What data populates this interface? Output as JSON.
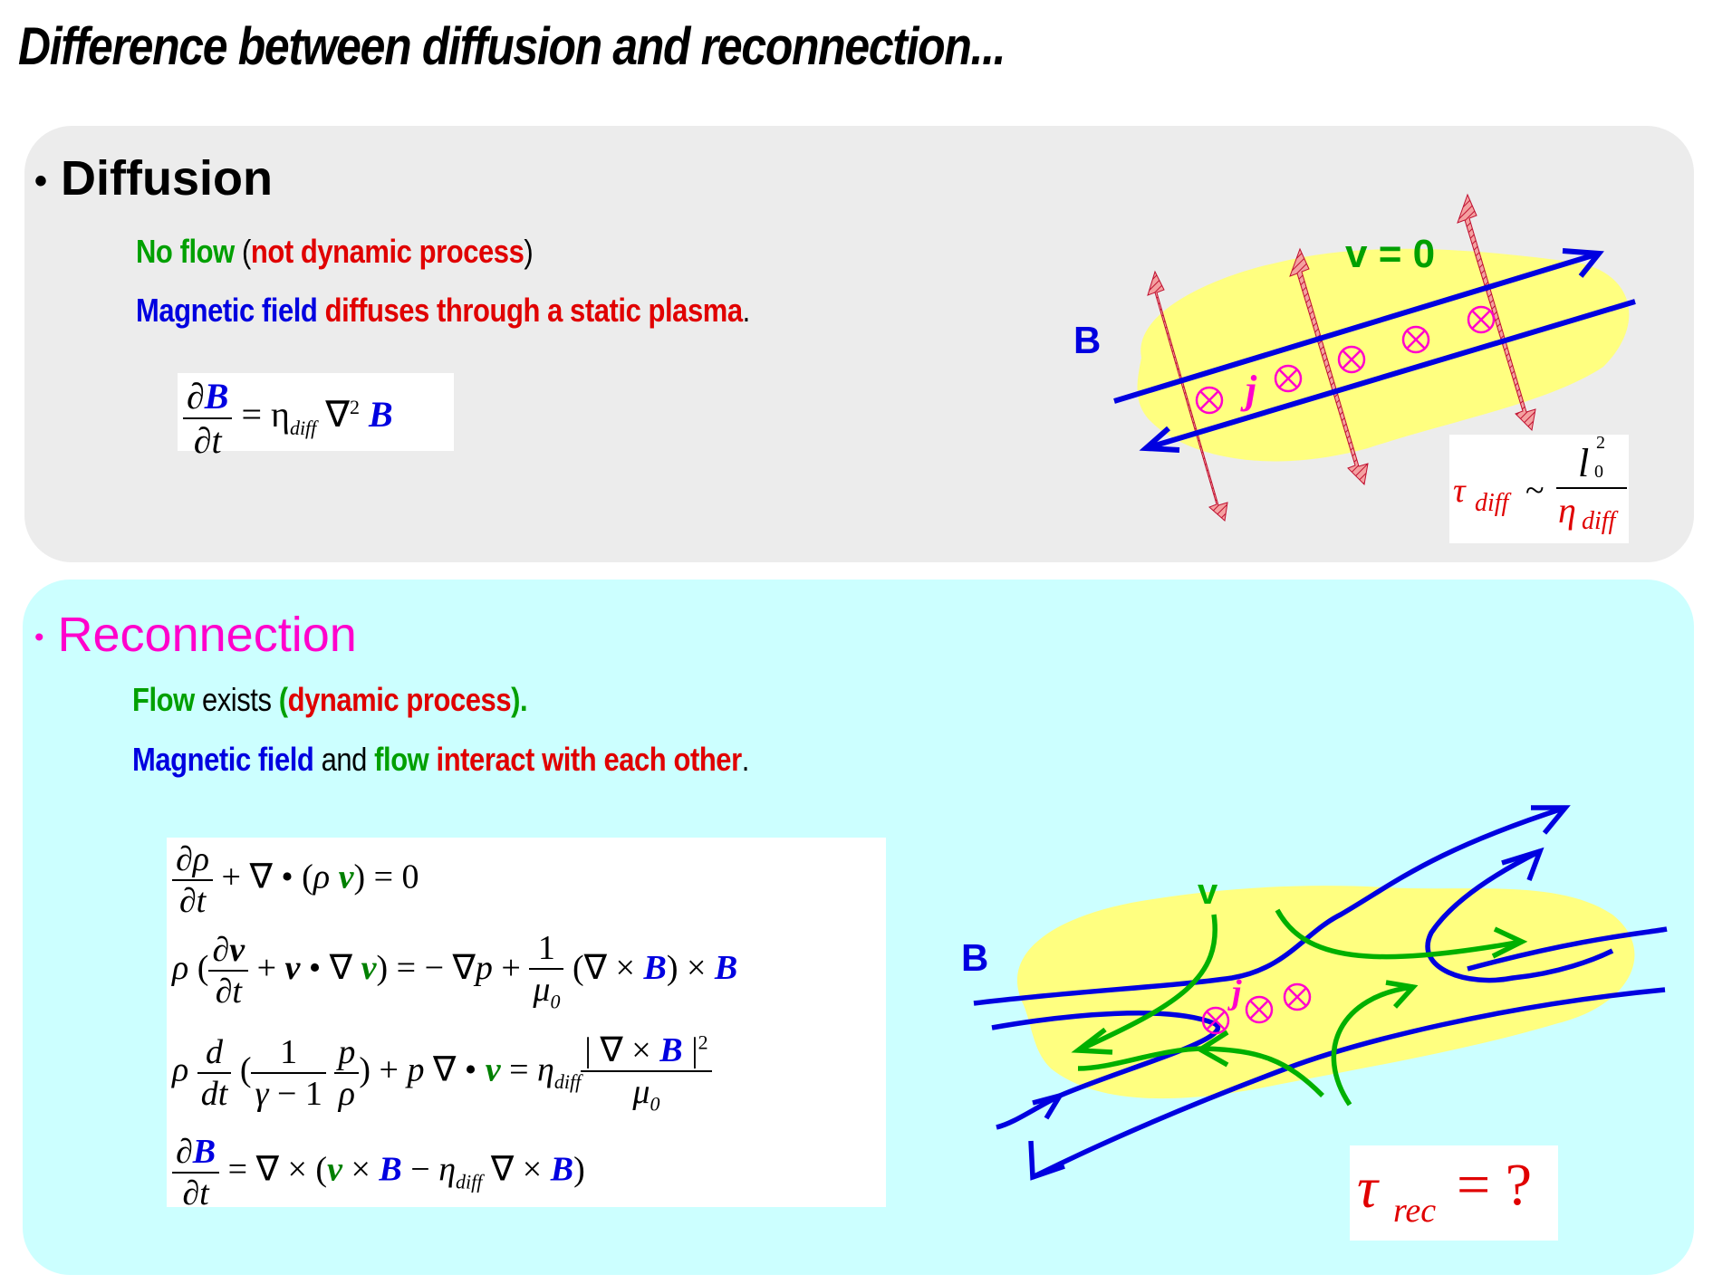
{
  "title": "Difference between diffusion and reconnection...",
  "diffusion": {
    "heading": "Diffusion",
    "line1": {
      "a": "No flow",
      "b": "(",
      "c": "not dynamic process",
      "d": ")"
    },
    "line2": {
      "a": "Magnetic field",
      "b": "diffuses through a static plasma",
      "c": "."
    },
    "equation": {
      "lhs_num": "∂B",
      "lhs_den": "∂t",
      "rhs": "= η",
      "eta_sub": "diff",
      "nabla": "∇",
      "sq": "2",
      "B": "B"
    },
    "figure": {
      "v_label": "v = 0",
      "B_label": "B",
      "j_label": "j"
    },
    "tau": {
      "symbol": "τ",
      "sub": "diff",
      "sim": "~",
      "num": "l",
      "num_sub": "0",
      "num_sup": "2",
      "den": "η",
      "den_sub": "diff"
    }
  },
  "reconnection": {
    "heading": "Reconnection",
    "line1": {
      "a": "Flow",
      "b": "exists",
      "c": "(",
      "d": "dynamic process",
      "e": ").",
      "f": ""
    },
    "line2": {
      "a": "Magnetic field",
      "b": "and",
      "c": "flow",
      "d": "interact with each other",
      "e": "."
    },
    "figure": {
      "v_label": "v",
      "B_label": "B",
      "j_label": "j"
    },
    "tau": {
      "symbol": "τ",
      "sub": "rec",
      "rhs": "= ?"
    }
  },
  "colors": {
    "green": "#00a000",
    "red": "#e00000",
    "blue": "#0000e0",
    "magenta": "#ff00cc",
    "yellow": "#ffff80",
    "panel1": "#ececec",
    "panel2": "#ccffff"
  }
}
